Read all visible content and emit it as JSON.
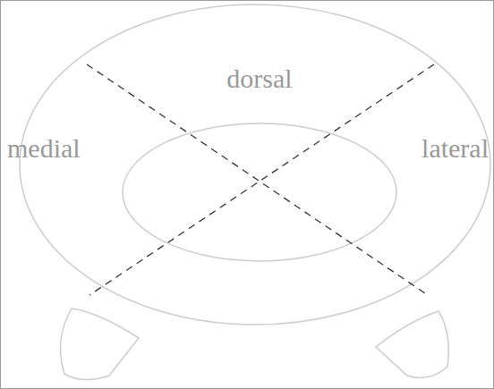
{
  "diagram": {
    "labels": [
      "dorsal",
      "medial",
      "lateral"
    ]
  }
}
